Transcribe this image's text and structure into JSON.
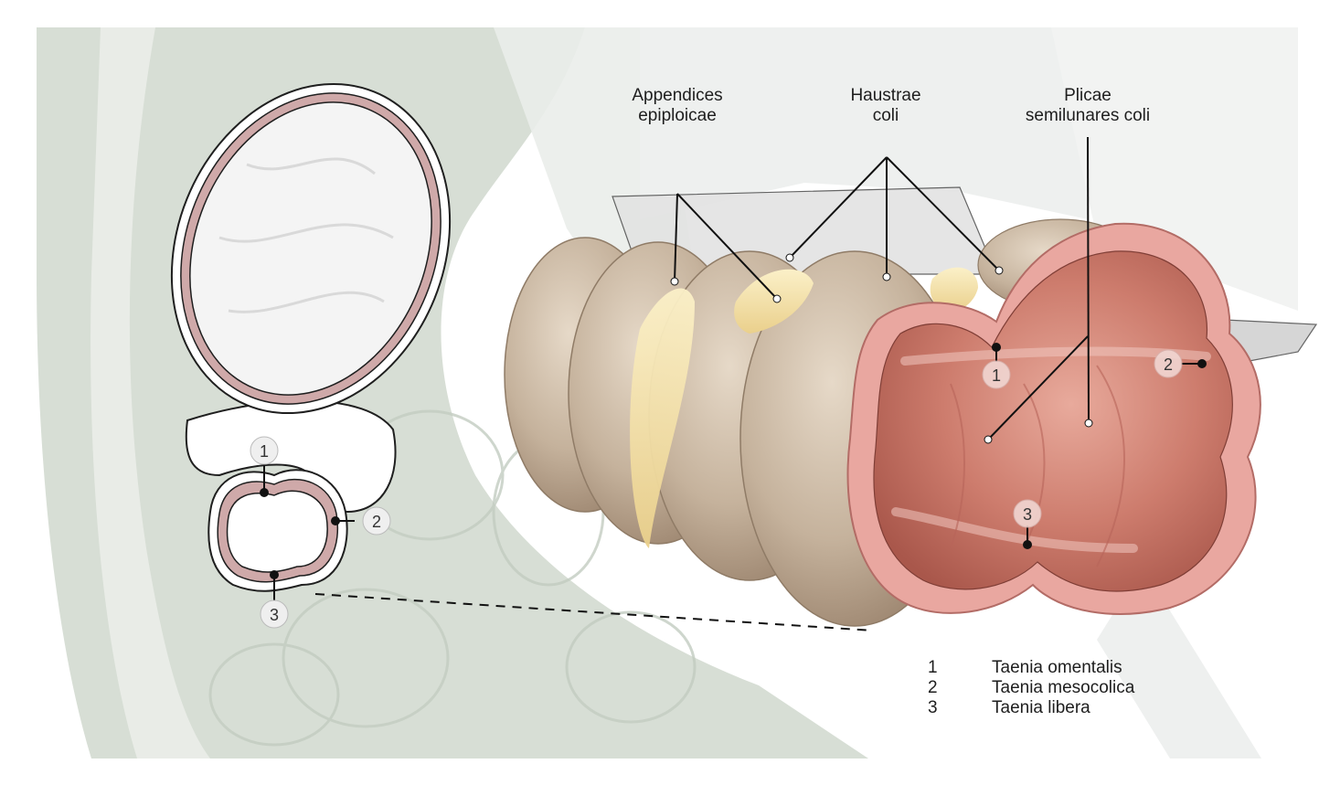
{
  "labels": {
    "appendices": [
      "Appendices",
      "epiploicae"
    ],
    "haustrae": [
      "Haustrae",
      "coli"
    ],
    "plicae": [
      "Plicae",
      "semilunares coli"
    ]
  },
  "badges": {
    "one": "1",
    "two": "2",
    "three": "3"
  },
  "legend": [
    {
      "num": "1",
      "name": "Taenia omentalis"
    },
    {
      "num": "2",
      "name": "Taenia mesocolica"
    },
    {
      "num": "3",
      "name": "Taenia libera"
    }
  ],
  "colors": {
    "background": "#ffffff",
    "tissue": "#d8dfd6",
    "wall": "#c9a6a6",
    "colon_outer": "#c9b8a4",
    "colon_inner": "#d88c7e",
    "fat": "#f1dfa8",
    "leader": "#111111"
  }
}
